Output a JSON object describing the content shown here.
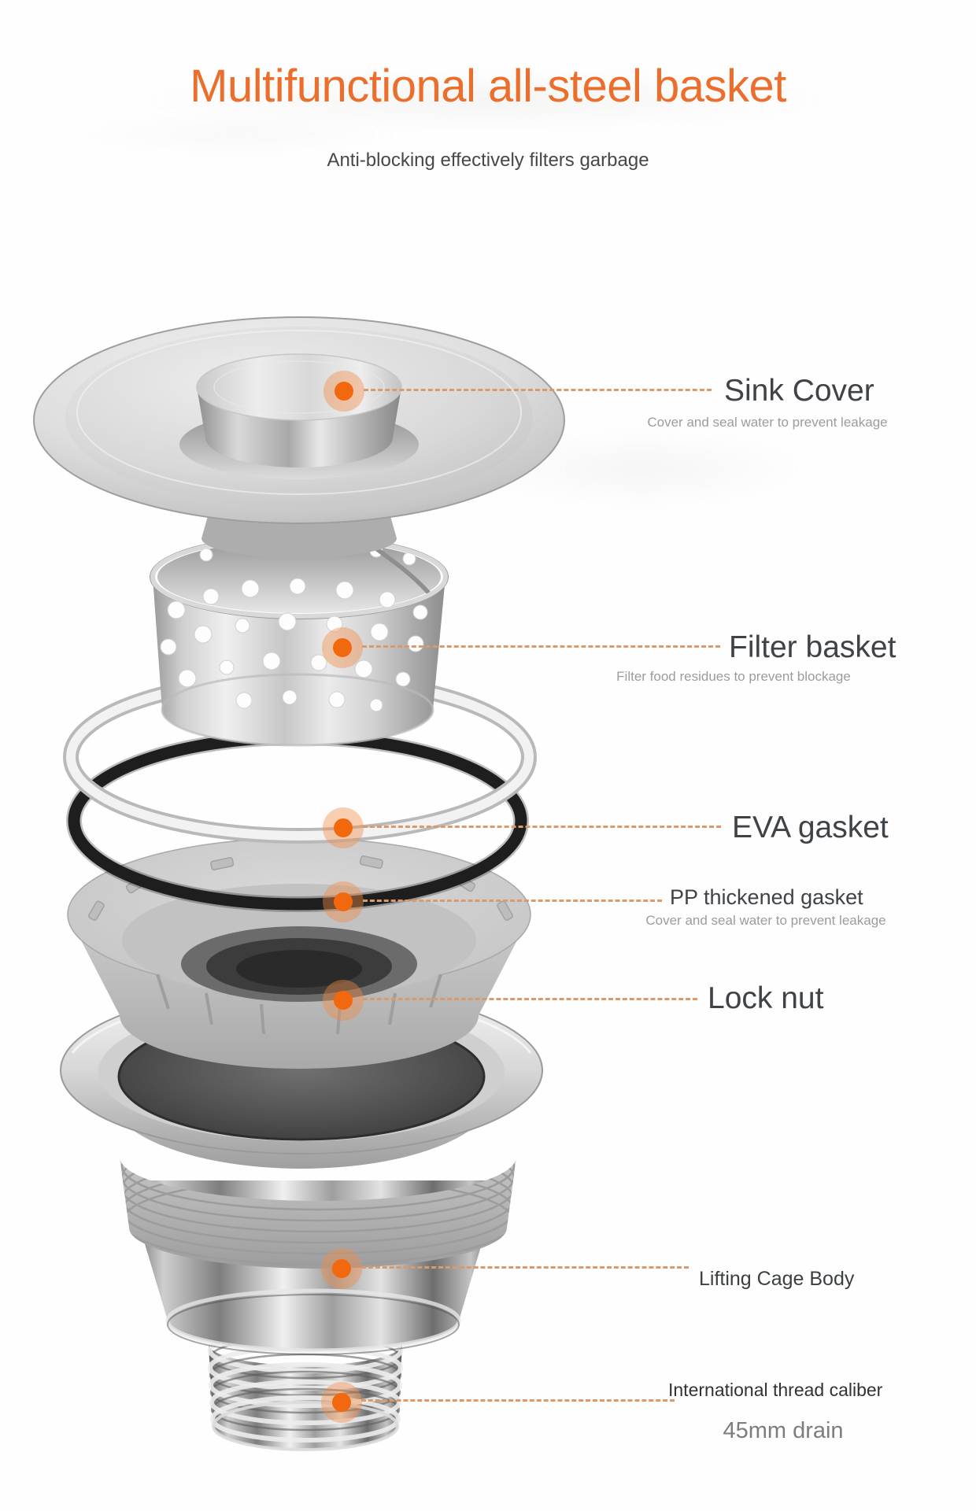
{
  "page": {
    "title": "Multifunctional all-steel basket",
    "subtitle": "Anti-blocking effectively filters garbage"
  },
  "colors": {
    "accent": "#EC6E2D",
    "marker_dot": "#F2680E",
    "marker_halo": "rgba(244,138,70,0.42)",
    "leader_dash": "#DB9A6B",
    "label_dark": "#3F4246",
    "label_muted": "#9C9C9C",
    "note_gray": "#7D7D7D"
  },
  "callouts": [
    {
      "id": "sink-cover",
      "label": "Sink Cover",
      "description": "Cover and seal water to prevent leakage"
    },
    {
      "id": "filter-basket",
      "label": "Filter basket",
      "description": "Filter food residues to prevent blockage"
    },
    {
      "id": "eva-gasket",
      "label": "EVA gasket",
      "description": ""
    },
    {
      "id": "pp-gasket",
      "label": "PP thickened gasket",
      "description": "Cover and seal water to prevent leakage"
    },
    {
      "id": "lock-nut",
      "label": "Lock nut",
      "description": ""
    },
    {
      "id": "lifting-cage-body",
      "label": "Lifting Cage Body",
      "description": ""
    },
    {
      "id": "thread-caliber",
      "label": "International thread caliber",
      "description": "",
      "note": "45mm drain"
    }
  ],
  "diagram": {
    "alt": "Exploded view of a stainless-steel sink drain basket assembly",
    "parts": [
      "sink-cover",
      "filter-basket",
      "steel-ring",
      "eva-gasket",
      "pp-thickened-gasket",
      "lock-nut",
      "flange-bowl",
      "lifting-cage-body",
      "threaded-pipe"
    ]
  }
}
